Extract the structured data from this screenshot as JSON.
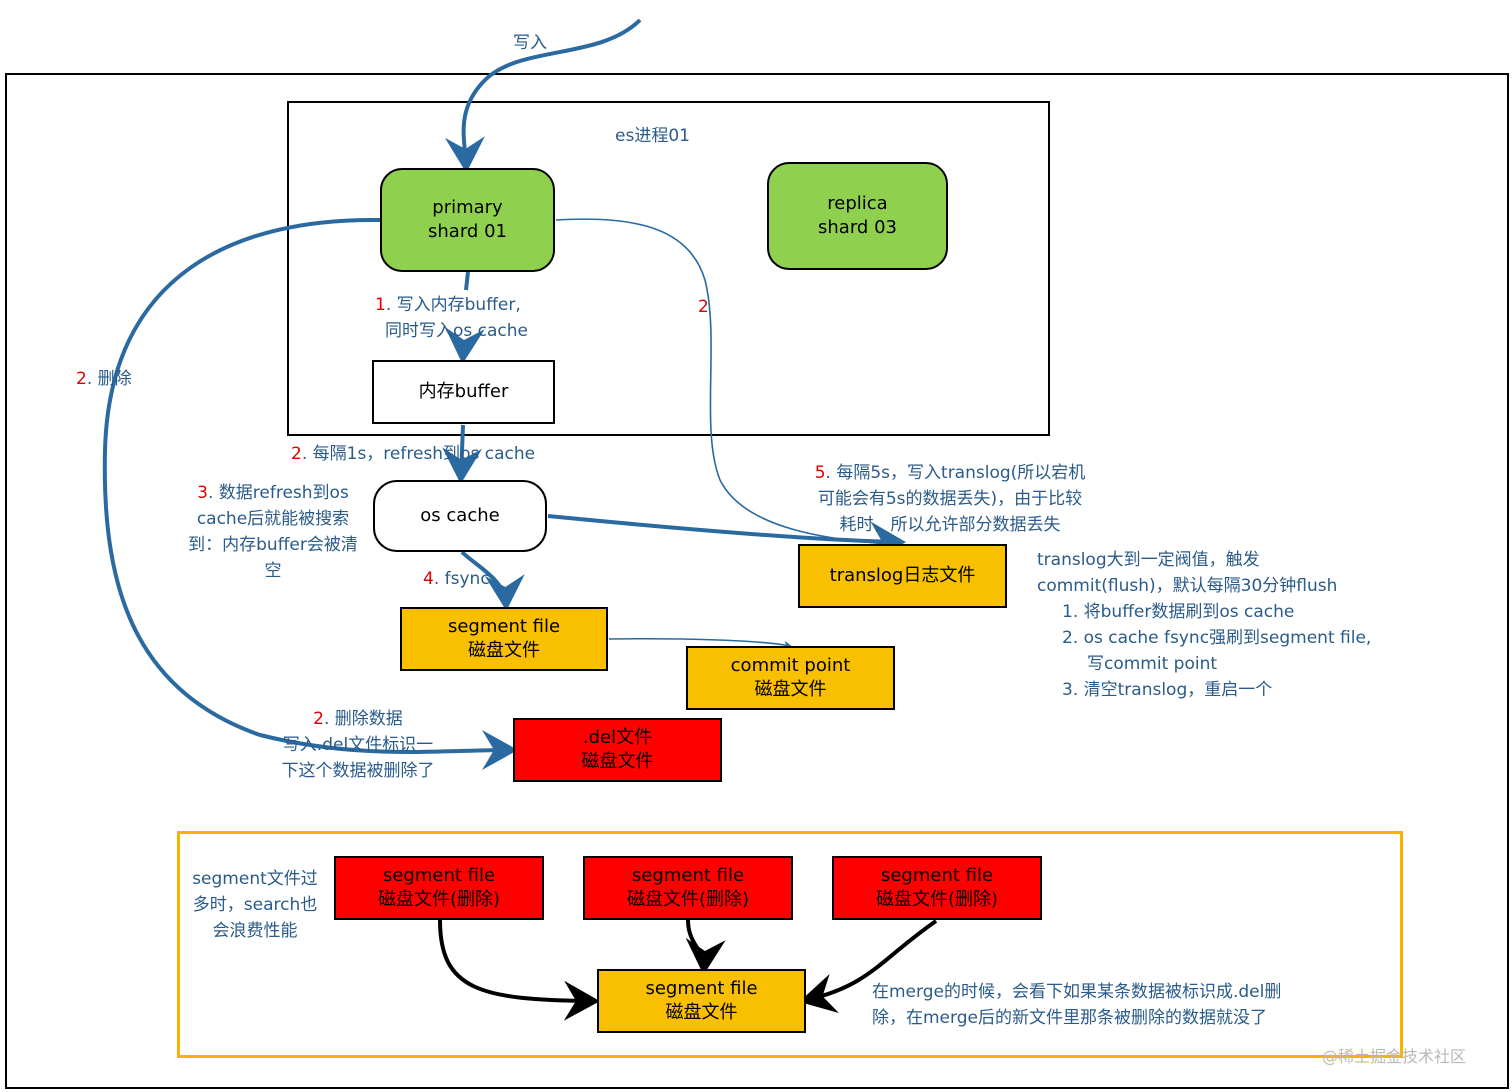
{
  "top_input": "写入",
  "es_process_title": "es进程01",
  "nodes": {
    "primary_line1": "primary",
    "primary_line2": "shard 01",
    "replica_line1": "replica",
    "replica_line2": "shard 03",
    "memory_buffer": "内存buffer",
    "os_cache": "os cache",
    "segment_line1": "segment file",
    "segment_line2": "磁盘文件",
    "translog": "translog日志文件",
    "commit_line1": "commit point",
    "commit_line2": "磁盘文件",
    "del_line1": ".del文件",
    "del_line2": "磁盘文件",
    "merge_src_line1": "segment file",
    "merge_src_line2": "磁盘文件(删除)",
    "merge_dst_line1": "segment file",
    "merge_dst_line2": "磁盘文件"
  },
  "labels": {
    "step1_num": "1",
    "step1_line1": ". 写入内存buffer,",
    "step1_line2": "同时写入os cache",
    "step2_replica": "2",
    "step2_delete_num": "2",
    "step2_delete": ". 删除",
    "step2_refresh_num": "2",
    "step2_refresh": ". 每隔1s，refresh到os cache",
    "step3_num": "3",
    "step3_line1": ". 数据refresh到os",
    "step3_line2": "cache后就能被搜索",
    "step3_line3": "到：内存buffer会被清",
    "step3_line4": "空",
    "step4_num": "4",
    "step4": ". fsync",
    "step5_num": "5",
    "step5_line1": ". 每隔5s，写入translog(所以宕机",
    "step5_line2": "可能会有5s的数据丢失)，由于比较",
    "step5_line3": "耗时，所以允许部分数据丢失",
    "translog_note": [
      "translog大到一定阀值，触发",
      "commit(flush)，默认每隔30分钟flush",
      "1. 将buffer数据刷到os cache",
      "2. os cache fsync强刷到segment file,",
      "写commit point",
      "3. 清空translog，重启一个"
    ],
    "del_num": "2",
    "del_line1": ". 删除数据",
    "del_line2": "写入.del文件标识一",
    "del_line3": "下这个数据被删除了",
    "merge_left_note": [
      "segment文件过",
      "多时，search也",
      "会浪费性能"
    ],
    "merge_right_note": [
      "在merge的时候，会看下如果某条数据被标识成.del删",
      "除，在merge后的新文件里那条被删除的数据就没了"
    ]
  },
  "watermark": "@稀土掘金技术社区",
  "colors": {
    "arrow_blue": "#2a6aa0",
    "label_blue": "#2a5b8a",
    "step_red": "#e00000",
    "green": "#8fd14f",
    "yellow": "#f8c000",
    "red": "#ff0000",
    "merge_border": "#f4b400"
  }
}
